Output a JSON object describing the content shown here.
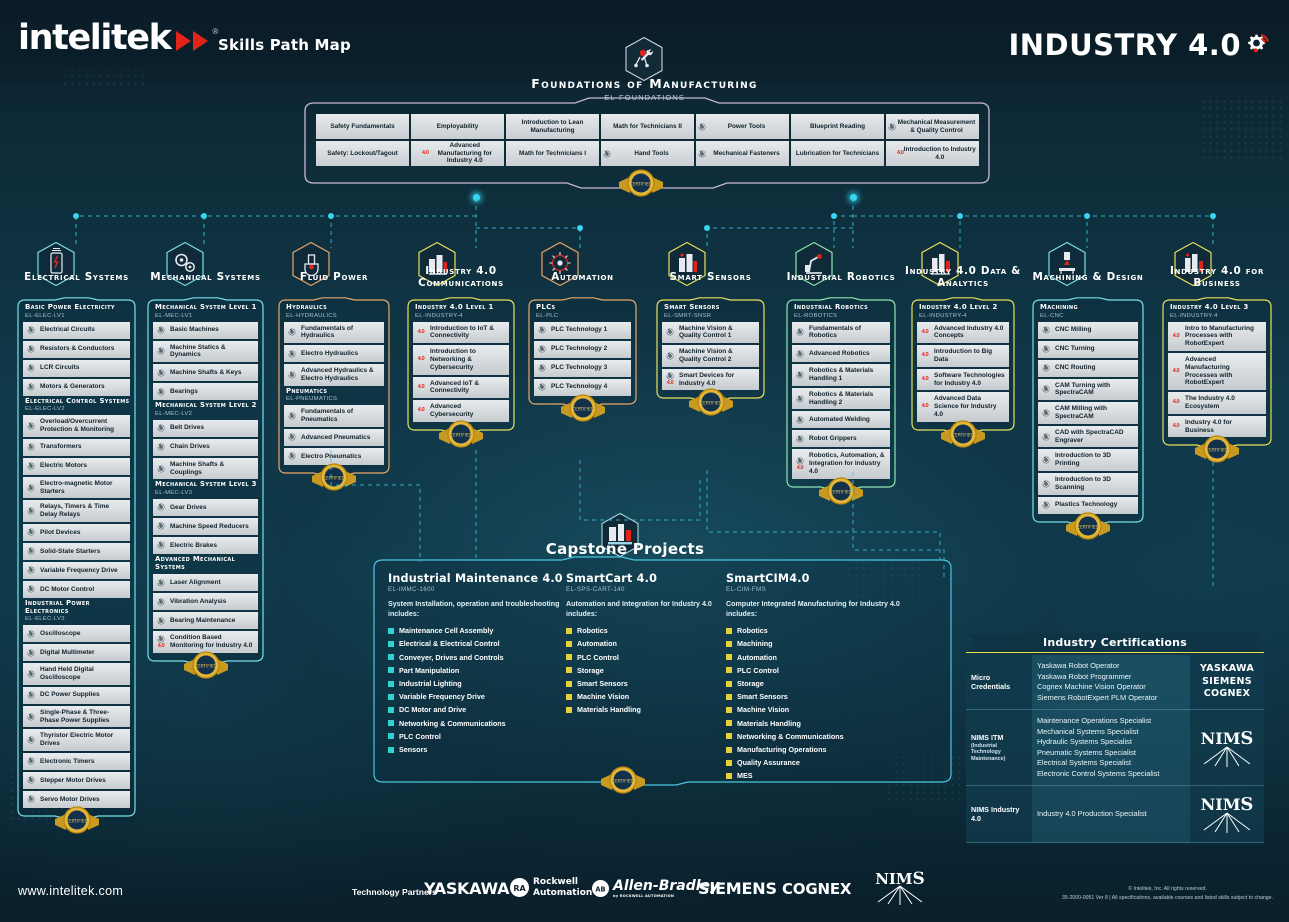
{
  "header": {
    "brand": "intelitek",
    "registered": "®",
    "tagline": "Skills Path Map",
    "industry_logo": "INDUSTRY 4.0",
    "logo_icon": "double-arrow-icon",
    "gear_icon": "gear-wifi-icon"
  },
  "foundations": {
    "title": "Foundations of Manufacturing",
    "code": "EL-FOUNDATIONS",
    "icon": "foundations-hex-icon",
    "columns": [
      {
        "cells": [
          {
            "label": "Safety Fundamentals",
            "icon": null
          },
          {
            "label": "Safety: Lockout/Tagout",
            "icon": null
          }
        ]
      },
      {
        "cells": [
          {
            "label": "Employability",
            "icon": null
          },
          {
            "label": "Advanced Manufacturing for Industry 4.0",
            "icon": "i40"
          }
        ]
      },
      {
        "cells": [
          {
            "label": "Introduction to Lean Manufacturing",
            "icon": null
          },
          {
            "label": "Math for Technicians I",
            "icon": null
          }
        ]
      },
      {
        "cells": [
          {
            "label": "Math for Technicians II",
            "icon": null
          },
          {
            "label": "Hand Tools",
            "icon": "circle"
          }
        ]
      },
      {
        "cells": [
          {
            "label": "Power Tools",
            "icon": "circle"
          },
          {
            "label": "Mechanical Fasteners",
            "icon": "circle"
          }
        ]
      },
      {
        "cells": [
          {
            "label": "Blueprint Reading",
            "icon": null
          },
          {
            "label": "Lubrication for Technicians",
            "icon": null
          }
        ]
      },
      {
        "cells": [
          {
            "label": "Mechanical Measurement & Quality Control",
            "icon": "circle"
          },
          {
            "label": "Introduction to Industry 4.0",
            "icon": "i40"
          }
        ]
      }
    ]
  },
  "tracks": [
    {
      "title": "Electrical Systems",
      "icon": "electrical-hex-icon",
      "accent": "#79e0e8",
      "groups": [
        {
          "name": "Basic Power Electricity",
          "code": "EL-ELEC-LV1",
          "items": [
            {
              "label": "Electrical Circuits",
              "icon": "circle"
            },
            {
              "label": "Resistors & Conductors",
              "icon": "circle"
            },
            {
              "label": "LCR Circuits",
              "icon": "circle"
            },
            {
              "label": "Motors & Generators",
              "icon": "circle"
            }
          ]
        },
        {
          "name": "Electrical Control Systems",
          "code": "EL-ELEC-LV2",
          "items": [
            {
              "label": "Overload/Overcurrent Protection & Monitoring",
              "icon": "circle"
            },
            {
              "label": "Transformers",
              "icon": "circle"
            },
            {
              "label": "Electric Motors",
              "icon": "circle"
            },
            {
              "label": "Electro-magnetic Motor Starters",
              "icon": "circle"
            },
            {
              "label": "Relays, Timers & Time Delay Relays",
              "icon": "circle"
            },
            {
              "label": "Pilot Devices",
              "icon": "circle"
            },
            {
              "label": "Solid-State Starters",
              "icon": "circle"
            },
            {
              "label": "Variable Frequency Drive",
              "icon": "circle"
            },
            {
              "label": "DC Motor Control",
              "icon": "circle"
            }
          ]
        },
        {
          "name": "Industrial Power Electronics",
          "code": "EL-ELEC-LV3",
          "items": [
            {
              "label": "Oscilloscope",
              "icon": "circle"
            },
            {
              "label": "Digital Multimeter",
              "icon": "circle"
            },
            {
              "label": "Hand Held Digital Oscilloscope",
              "icon": "circle"
            },
            {
              "label": "DC Power Supplies",
              "icon": "circle"
            },
            {
              "label": "Single-Phase & Three-Phase Power Supplies",
              "icon": "circle"
            },
            {
              "label": "Thyristor Electric Motor Drives",
              "icon": "circle"
            },
            {
              "label": "Electronic Timers",
              "icon": "circle"
            },
            {
              "label": "Stepper Motor Drives",
              "icon": "circle"
            },
            {
              "label": "Servo Motor Drives",
              "icon": "circle"
            }
          ]
        }
      ]
    },
    {
      "title": "Mechanical Systems",
      "icon": "gears-hex-icon",
      "accent": "#79e0e8",
      "groups": [
        {
          "name": "Mechanical System Level 1",
          "code": "EL-MEC-LV1",
          "items": [
            {
              "label": "Basic Machines",
              "icon": "circle"
            },
            {
              "label": "Machine Statics & Dynamics",
              "icon": "circle"
            },
            {
              "label": "Machine Shafts & Keys",
              "icon": "circle"
            },
            {
              "label": "Bearings",
              "icon": "circle"
            }
          ]
        },
        {
          "name": "Mechanical System Level 2",
          "code": "EL-MEC-LV2",
          "items": [
            {
              "label": "Belt Drives",
              "icon": "circle"
            },
            {
              "label": "Chain Drives",
              "icon": "circle"
            },
            {
              "label": "Machine Shafts & Couplings",
              "icon": "circle"
            }
          ]
        },
        {
          "name": "Mechanical System Level 3",
          "code": "EL-MEC-LV3",
          "items": [
            {
              "label": "Gear Drives",
              "icon": "circle"
            },
            {
              "label": "Machine Speed Reducers",
              "icon": "circle"
            },
            {
              "label": "Electric Brakes",
              "icon": "circle"
            }
          ]
        },
        {
          "name": "Advanced Mechanical Systems",
          "code": "",
          "items": [
            {
              "label": "Laser Alignment",
              "icon": "circle"
            },
            {
              "label": "Vibration Analysis",
              "icon": "circle"
            },
            {
              "label": "Bearing Maintenance",
              "icon": "circle"
            },
            {
              "label": "Condition Based Monitoring for Industry 4.0",
              "icon": "circle-i40"
            }
          ]
        }
      ]
    },
    {
      "title": "Fluid Power",
      "icon": "fluid-hex-icon",
      "accent": "#e8a76a",
      "groups": [
        {
          "name": "Hydraulics",
          "code": "EL-HYDRAULICS",
          "items": [
            {
              "label": "Fundamentals of Hydraulics",
              "icon": "circle"
            },
            {
              "label": "Electro Hydraulics",
              "icon": "circle"
            },
            {
              "label": "Advanced Hydraulics & Electro Hydraulics",
              "icon": "circle"
            }
          ]
        },
        {
          "name": "Pneumatics",
          "code": "EL-PNEUMATICS",
          "items": [
            {
              "label": "Fundamentals of Pneumatics",
              "icon": "circle"
            },
            {
              "label": "Advanced Pneumatics",
              "icon": "circle"
            },
            {
              "label": "Electro Pneumatics",
              "icon": "circle"
            }
          ]
        }
      ]
    },
    {
      "title": "Industry 4.0 Communications",
      "icon": "factory-hex-icon",
      "accent": "#e8e05a",
      "groups": [
        {
          "name": "Industry 4.0 Level 1",
          "code": "EL-INDUSTRY-4",
          "items": [
            {
              "label": "Introduction to IoT & Connectivity",
              "icon": "i40"
            },
            {
              "label": "Introduction to Networking & Cybersecurity",
              "icon": "i40"
            },
            {
              "label": "Advanced IoT & Connectivity",
              "icon": "i40"
            },
            {
              "label": "Advanced Cybersecurity",
              "icon": "i40"
            }
          ]
        }
      ]
    },
    {
      "title": "Automation",
      "icon": "automation-hex-icon",
      "accent": "#e8a76a",
      "groups": [
        {
          "name": "PLCs",
          "code": "EL-PLC",
          "items": [
            {
              "label": "PLC Technology 1",
              "icon": "circle"
            },
            {
              "label": "PLC Technology 2",
              "icon": "circle"
            },
            {
              "label": "PLC Technology 3",
              "icon": "circle"
            },
            {
              "label": "PLC Technology 4",
              "icon": "circle"
            }
          ]
        }
      ]
    },
    {
      "title": "Smart Sensors",
      "icon": "sensors-hex-icon",
      "accent": "#e8e05a",
      "groups": [
        {
          "name": "Smart Sensors",
          "code": "EL-SMRT-SNSR",
          "items": [
            {
              "label": "Machine Vision & Quality Control 1",
              "icon": "circle"
            },
            {
              "label": "Machine Vision & Quality Control 2",
              "icon": "circle"
            },
            {
              "label": "Smart Devices for Industry 4.0",
              "icon": "circle-i40"
            }
          ]
        }
      ]
    },
    {
      "title": "Industrial Robotics",
      "icon": "robot-hex-icon",
      "accent": "#8fe6b0",
      "groups": [
        {
          "name": "Industrial Robotics",
          "code": "EL-ROBOTICS",
          "items": [
            {
              "label": "Fundamentals of Robotics",
              "icon": "circle"
            },
            {
              "label": "Advanced Robotics",
              "icon": "circle"
            },
            {
              "label": "Robotics & Materials Handling 1",
              "icon": "circle"
            },
            {
              "label": "Robotics & Materials Handling 2",
              "icon": "circle"
            },
            {
              "label": "Automated Welding",
              "icon": "circle"
            },
            {
              "label": "Robot Grippers",
              "icon": "circle"
            },
            {
              "label": "Robotics, Automation, & Integration for Industry 4.0",
              "icon": "circle-i40"
            }
          ]
        }
      ]
    },
    {
      "title": "Industry 4.0 Data & Analytics",
      "icon": "data-hex-icon",
      "accent": "#e8e05a",
      "groups": [
        {
          "name": "Industry 4.0 Level 2",
          "code": "EL-INDUSTRY-4",
          "items": [
            {
              "label": "Advanced Industry 4.0 Concepts",
              "icon": "i40"
            },
            {
              "label": "Introduction to Big Data",
              "icon": "i40"
            },
            {
              "label": "Software Technologies for Industry 4.0",
              "icon": "i40"
            },
            {
              "label": "Advanced Data Science for Industry 4.0",
              "icon": "i40"
            }
          ]
        }
      ]
    },
    {
      "title": "Machining & Design",
      "icon": "machining-hex-icon",
      "accent": "#79e0e8",
      "groups": [
        {
          "name": "Machining",
          "code": "EL-CNC",
          "items": [
            {
              "label": "CNC Milling",
              "icon": "circle"
            },
            {
              "label": "CNC Turning",
              "icon": "circle"
            },
            {
              "label": "CNC Routing",
              "icon": "circle"
            },
            {
              "label": "CAM Turning with SpectraCAM",
              "icon": "circle"
            },
            {
              "label": "CAM Milling with SpectraCAM",
              "icon": "circle"
            },
            {
              "label": "CAD with SpectraCAD Engraver",
              "icon": "circle"
            },
            {
              "label": "Introduction to 3D Printing",
              "icon": "circle"
            },
            {
              "label": "Introduction to 3D Scanning",
              "icon": "circle"
            },
            {
              "label": "Plastics Technology",
              "icon": "circle"
            }
          ]
        }
      ]
    },
    {
      "title": "Industry 4.0 for Business",
      "icon": "business-hex-icon",
      "accent": "#e8e05a",
      "groups": [
        {
          "name": "Industry 4.0 Level 3",
          "code": "EL-INDUSTRY-4",
          "items": [
            {
              "label": "Intro to Manufacturing Processes with RobotExpert",
              "icon": "i40"
            },
            {
              "label": "Advanced Manufacturing Processes with RobotExpert",
              "icon": "i40"
            },
            {
              "label": "The Industry 4.0 Ecosystem",
              "icon": "i40"
            },
            {
              "label": "Industry 4.0 for Business",
              "icon": "i40"
            }
          ]
        }
      ]
    }
  ],
  "capstone": {
    "title": "Capstone Projects",
    "icon": "capstone-hex-icon",
    "projects": [
      {
        "name": "Industrial Maintenance 4.0",
        "code": "EL-IMMC-1600",
        "desc": "System Installation, operation and troubleshooting includes:",
        "bullet_color": "#2fd4cf",
        "items": [
          "Maintenance Cell Assembly",
          "Electrical & Electrical Control",
          "Conveyer, Drives and Controls",
          "Part Manipulation",
          "Industrial Lighting",
          "Variable Frequency Drive",
          "DC Motor and Drive",
          "Networking & Communications",
          "PLC Control",
          "Sensors"
        ]
      },
      {
        "name": "SmartCart 4.0",
        "code": "EL-SPS-CART-140",
        "desc": "Automation and Integration for Industry 4.0 includes:",
        "bullet_color": "#e8d03a",
        "items": [
          "Robotics",
          "Automation",
          "PLC Control",
          "Storage",
          "Smart Sensors",
          "Machine Vision",
          "Materials Handling"
        ]
      },
      {
        "name": "SmartCIM4.0",
        "code": "EL-CIM-FMS",
        "desc": "Computer Integrated Manufacturing for Industry 4.0 includes:",
        "bullet_color": "#e8d03a",
        "items": [
          "Robotics",
          "Machining",
          "Automation",
          "PLC Control",
          "Storage",
          "Smart Sensors",
          "Machine Vision",
          "Materials Handling",
          "Networking & Communications",
          "Manufacturing Operations",
          "Quality Assurance",
          "MES"
        ]
      }
    ]
  },
  "certifications": {
    "title": "Industry Certifications",
    "accent": "#e9e04a",
    "rows": [
      {
        "category": "Micro Credentials",
        "sub": "",
        "items": [
          "Yaskawa Robot Operator",
          "Yaskawa Robot Programmer",
          "Cognex Machine Vision Operator",
          "Siemens RobotExpert PLM Operator"
        ],
        "brands": [
          "YASKAWA",
          "SIEMENS",
          "COGNEX"
        ],
        "brand_logo": "text"
      },
      {
        "category": "NIMS ITM",
        "sub": "(Industrial Technology Maintenance)",
        "items": [
          "Maintenance Operations Specialist",
          "Mechanical Systems Specialist",
          "Hydraulic Systems Specialist",
          "Pneumatic Systems Specialist",
          "Electrical Systems Specialist",
          "Electronic Control Systems Specialist"
        ],
        "brands": [
          "NIMS"
        ],
        "brand_logo": "nims"
      },
      {
        "category": "NIMS Industry 4.0",
        "sub": "",
        "items": [
          "Industry 4.0 Production Specialist"
        ],
        "brands": [
          "NIMS"
        ],
        "brand_logo": "nims"
      }
    ]
  },
  "footer": {
    "website": "www.intelitek.com",
    "partners_label": "Technology Partners",
    "partners": [
      "YASKAWA",
      "Rockwell Automation",
      "Allen-Bradley",
      "SIEMENS",
      "COGNEX",
      "NIMS"
    ],
    "rockwell_sub": "Rockwell Automation",
    "allen_sub": "by ROCKWELL AUTOMATION",
    "copyright": "© Intelitek, Inc. All rights reserved.",
    "legal": "35-2000-0051 Ver 8  |  All specifications, available courses and listed skills subject to change."
  }
}
